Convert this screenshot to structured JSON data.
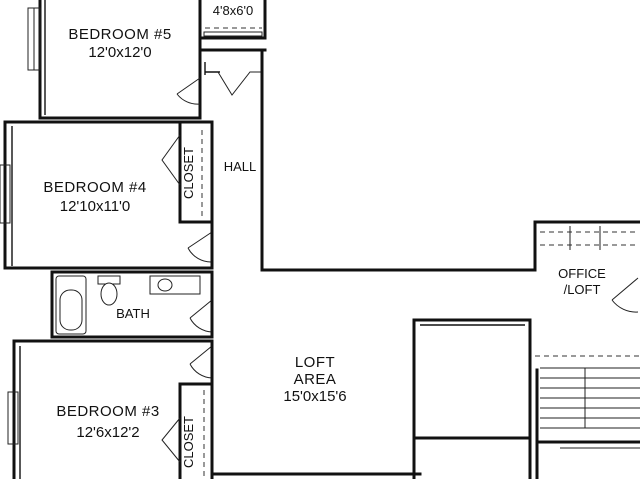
{
  "plan": {
    "rooms": {
      "bedroom5": {
        "name": "BEDROOM #5",
        "dims": "12'0x12'0"
      },
      "bedroom4": {
        "name": "BEDROOM #4",
        "dims": "12'10x11'0"
      },
      "bedroom3": {
        "name": "BEDROOM #3",
        "dims": "12'6x12'2"
      },
      "bath": {
        "name": "BATH"
      },
      "hall": {
        "name": "HALL"
      },
      "closet_upper": {
        "name": "CLOSET"
      },
      "closet_lower": {
        "name": "CLOSET"
      },
      "loft": {
        "name_line1": "LOFT",
        "name_line2": "AREA",
        "dims": "15'0x15'6"
      },
      "office": {
        "name_line1": "OFFICE",
        "name_line2": "/LOFT"
      },
      "top_room": {
        "dims": "4'8x6'0"
      }
    }
  }
}
